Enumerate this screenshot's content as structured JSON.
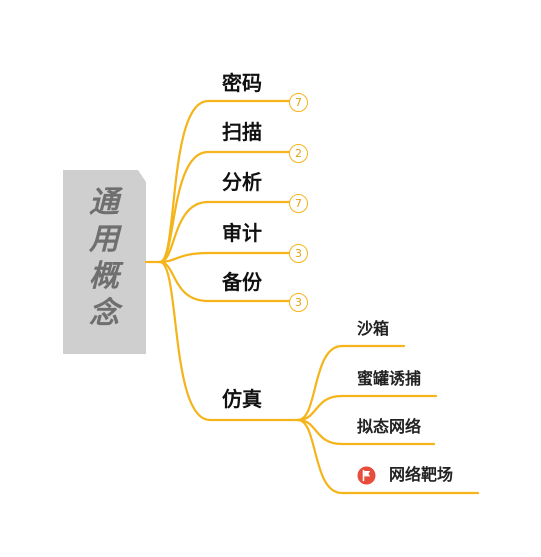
{
  "root": {
    "label": "通用概念"
  },
  "branches": [
    {
      "label": "密码",
      "badge": "7"
    },
    {
      "label": "扫描",
      "badge": "2"
    },
    {
      "label": "分析",
      "badge": "7"
    },
    {
      "label": "审计",
      "badge": "3"
    },
    {
      "label": "备份",
      "badge": "3"
    },
    {
      "label": "仿真",
      "badge": ""
    }
  ],
  "sub_branches": [
    {
      "label": "沙箱"
    },
    {
      "label": "蜜罐诱捕"
    },
    {
      "label": "拟态网络"
    },
    {
      "label": "网络靶场",
      "icon": "red-flag-icon"
    }
  ],
  "colors": {
    "connector": "#f4b41a",
    "root_fill": "#cfcfcf",
    "root_text": "#6f6f6f",
    "flag": "#e84c3d"
  }
}
